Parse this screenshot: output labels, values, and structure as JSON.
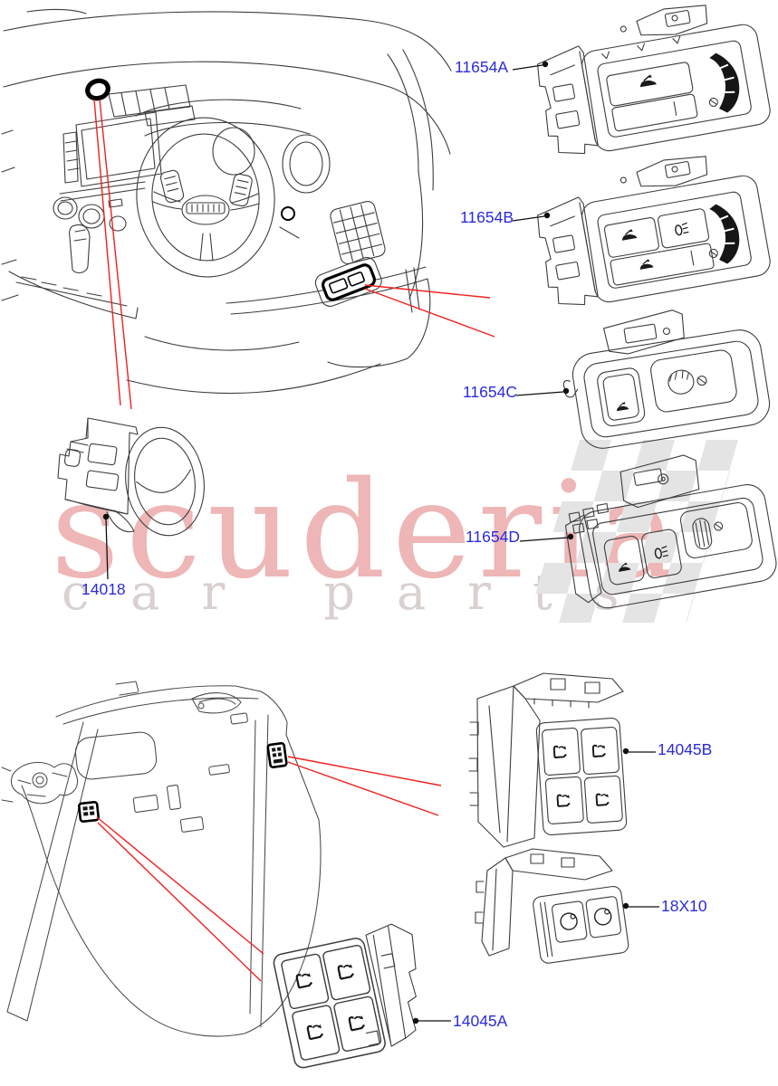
{
  "watermark": {
    "brand": "scuderia",
    "tagline": "car parts",
    "brand_color": "#eeb6b6",
    "tagline_color": "#d9d0d0",
    "flag_color": "#e4e4e4"
  },
  "colors": {
    "part_label_blue": "#2b2bdf",
    "location_line_red": "#f02020",
    "line_art": "#3d3d3d",
    "background": "#ffffff"
  },
  "parts": {
    "switch_11654A": {
      "label": "11654A"
    },
    "switch_11654B": {
      "label": "11654B"
    },
    "switch_11654C": {
      "label": "11654C"
    },
    "switch_11654D": {
      "label": "11654D"
    },
    "ignition_switch_14018": {
      "label": "14018"
    },
    "seat_switch_14045B": {
      "label": "14045B"
    },
    "switch_18X10": {
      "label": "18X10"
    },
    "seat_switch_14045A": {
      "label": "14045A"
    }
  },
  "icons": {
    "power_tailgate": "car-open-liftgate-glyph",
    "headlamp_leveling": "lamp-with-beams-glyph",
    "seat_fold": "seat-fold-arrow-glyph",
    "thumbwheel": "ribbed-crescent-wheel",
    "rotary_knob": "ribbed-round-knob",
    "round_button": "circle-in-square-glyph",
    "checkered_flag": "diagonal-checker-pattern"
  }
}
